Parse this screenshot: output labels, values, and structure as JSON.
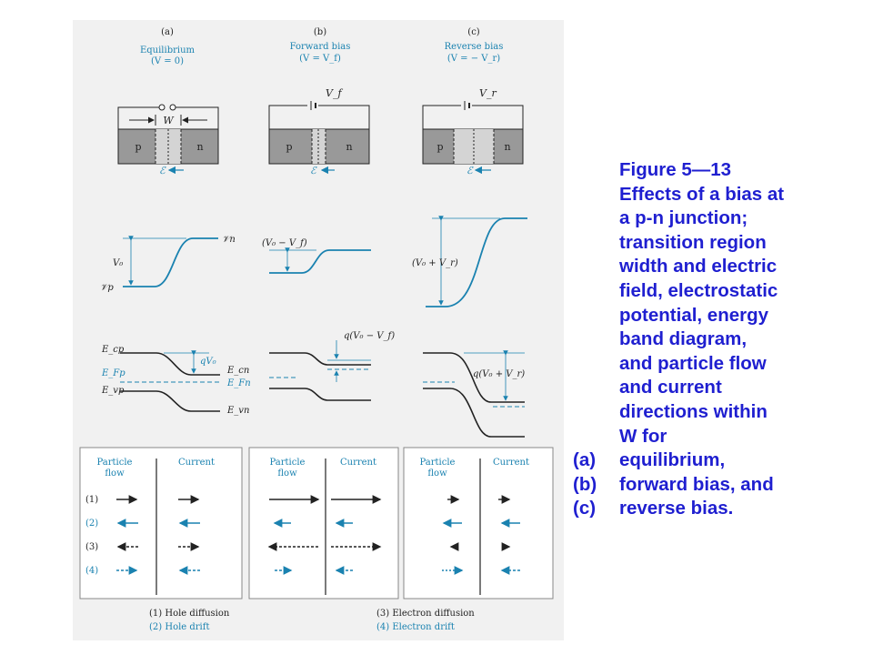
{
  "panels": [
    {
      "label": "(a)",
      "title": "Equilibrium",
      "condition": "(V = 0)",
      "voltage": "",
      "fermi_sep": "qV₀",
      "potential_label": "V₀"
    },
    {
      "label": "(b)",
      "title": "Forward bias",
      "condition": "(V = V_f)",
      "voltage": "V_f",
      "fermi_sep": "q(V₀ − V_f)",
      "potential_label": "(V₀ − V_f)"
    },
    {
      "label": "(c)",
      "title": "Reverse bias",
      "condition": "(V = − V_r)",
      "voltage": "V_r",
      "fermi_sep": "q(V₀ + V_r)",
      "potential_label": "(V₀ + V_r)"
    }
  ],
  "labels": {
    "width": "W",
    "p": "p",
    "n": "n",
    "field": "ℰ",
    "Vn": "𝒱n",
    "Vp": "𝒱p",
    "Ecp": "E_cp",
    "Efp": "E_Fp",
    "Evp": "E_vp",
    "Ecn": "E_cn",
    "Efn": "E_Fn",
    "Evn": "E_vn"
  },
  "flow_table": {
    "col_particle_1": "Particle",
    "col_particle_2": "flow",
    "col_current": "Current",
    "rows": [
      "(1)",
      "(2)",
      "(3)",
      "(4)"
    ]
  },
  "legend": {
    "item1": "(1) Hole diffusion",
    "item2": "(2) Hole drift",
    "item3": "(3) Electron diffusion",
    "item4": "(4) Electron drift"
  },
  "caption": {
    "lines": [
      "Figure 5—13",
      "Effects of a bias at",
      "a p-n junction;",
      "transition region",
      "width and electric",
      "field, electrostatic",
      "potential, energy",
      "band diagram,",
      "and particle flow",
      "and current",
      "directions within",
      "W for"
    ],
    "items": [
      {
        "label": "(a)",
        "text": "equilibrium,"
      },
      {
        "label": "(b)",
        "text": "forward bias, and"
      },
      {
        "label": "(c)",
        "text": "reverse bias."
      }
    ]
  },
  "colors": {
    "accent": "#1a82b0",
    "ink": "#222222",
    "caption": "#1f1fd0",
    "figure_bg": "#f1f1f1"
  }
}
